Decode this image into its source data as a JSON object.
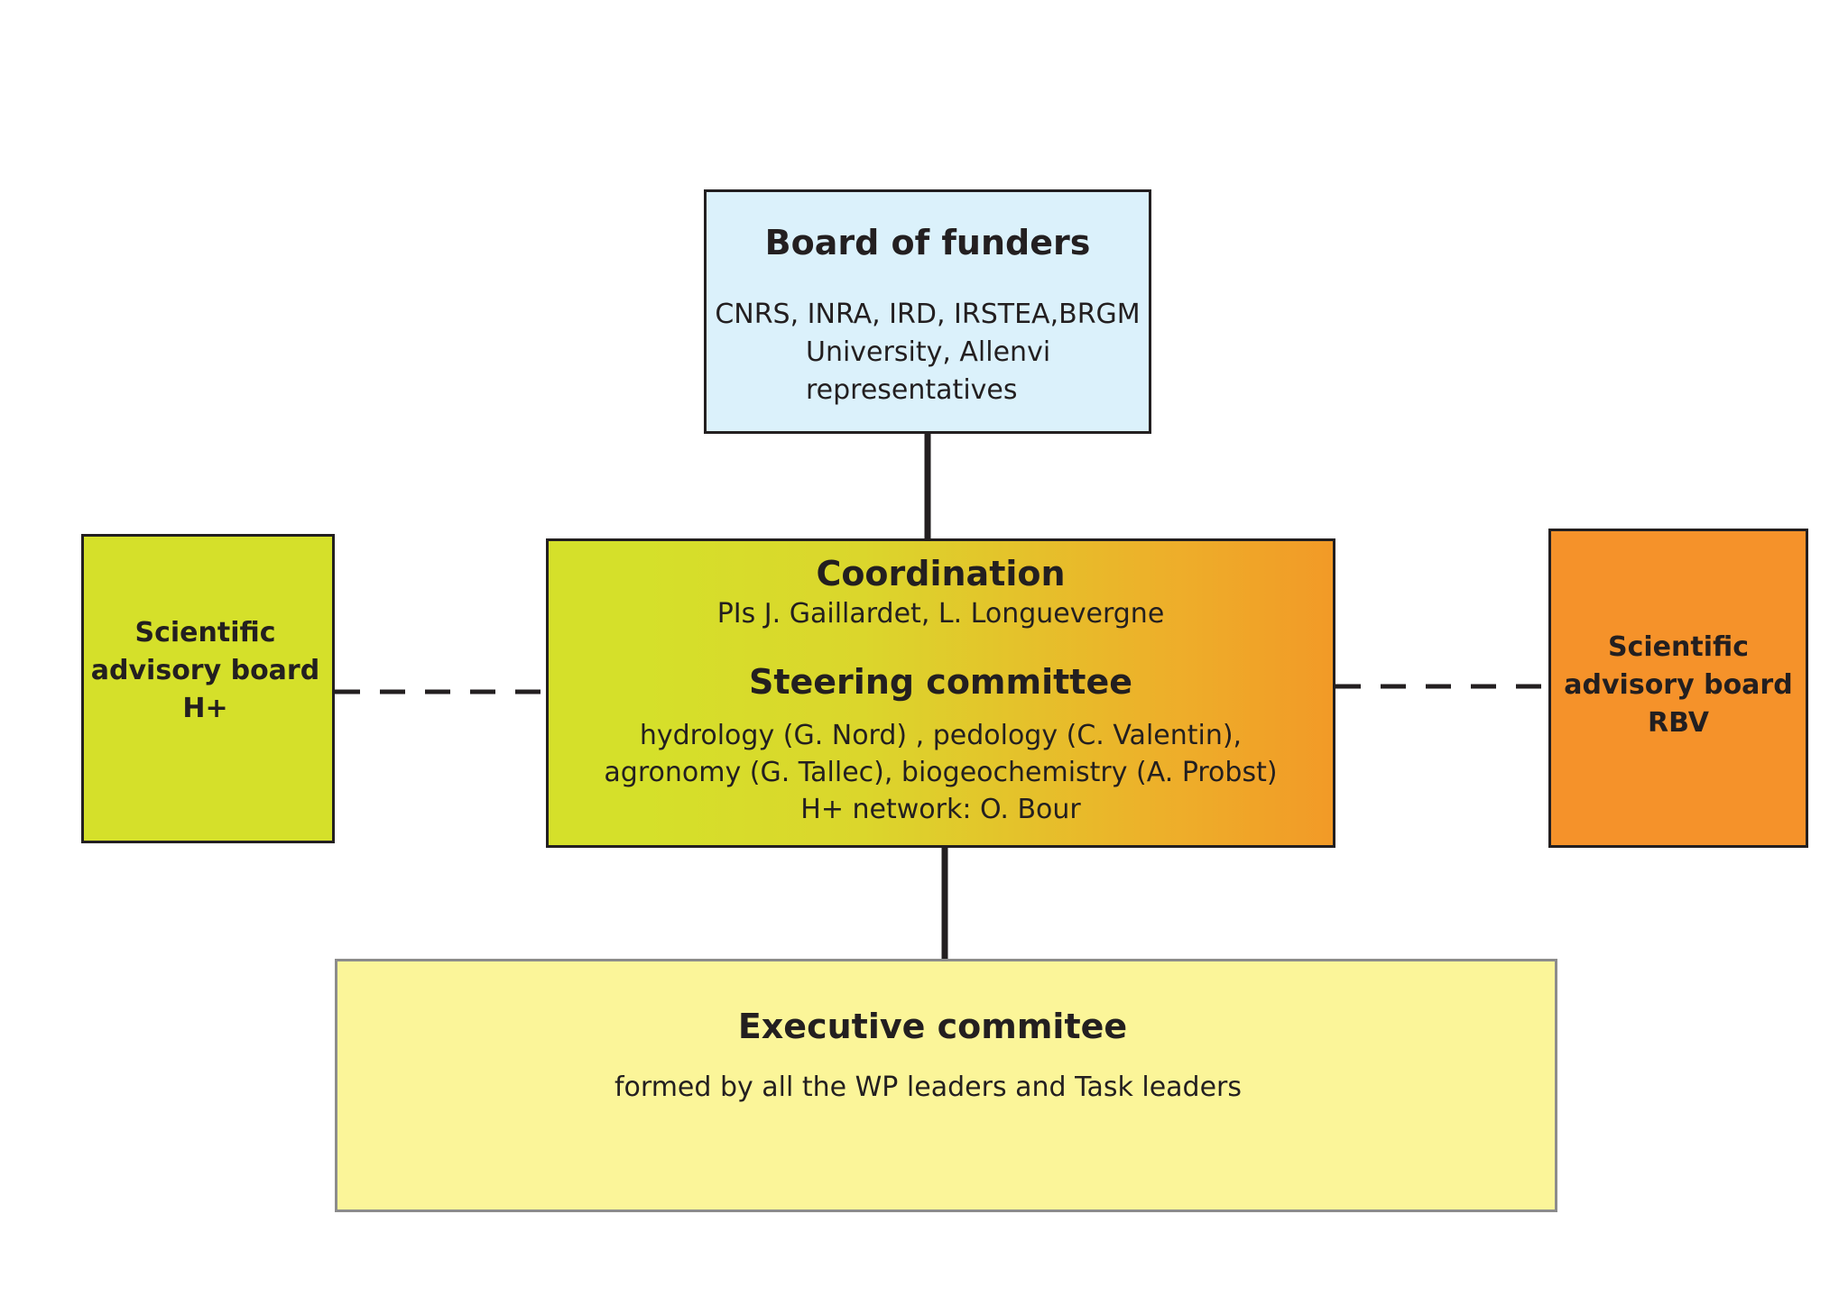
{
  "board_of_funders": {
    "title": "Board of funders",
    "lines": [
      "CNRS, INRA, IRD, IRSTEA,BRGM",
      "University, Allenvi",
      "representatives"
    ],
    "color": "#dbf1fb"
  },
  "coordination": {
    "title": "Coordination",
    "subtitle": "PIs J. Gaillardet, L. Longuevergne",
    "steering_title": "Steering committee",
    "steering_lines": [
      "hydrology (G. Nord) , pedology (C. Valentin),",
      "agronomy (G. Tallec), biogeochemistry (A. Probst)",
      "H+ network: O. Bour"
    ],
    "gradient_start": "#d5e02a",
    "gradient_end": "#f29a27"
  },
  "sab_hplus": {
    "lines": [
      "Scientific",
      "advisory board",
      "H+"
    ],
    "color": "#d5e02a"
  },
  "sab_rbv": {
    "lines": [
      "Scientific",
      "advisory board",
      "RBV"
    ],
    "color": "#f5922a"
  },
  "executive": {
    "title": "Executive commitee",
    "subtitle": "formed by all the WP leaders and Task leaders",
    "color": "#fbf599"
  }
}
